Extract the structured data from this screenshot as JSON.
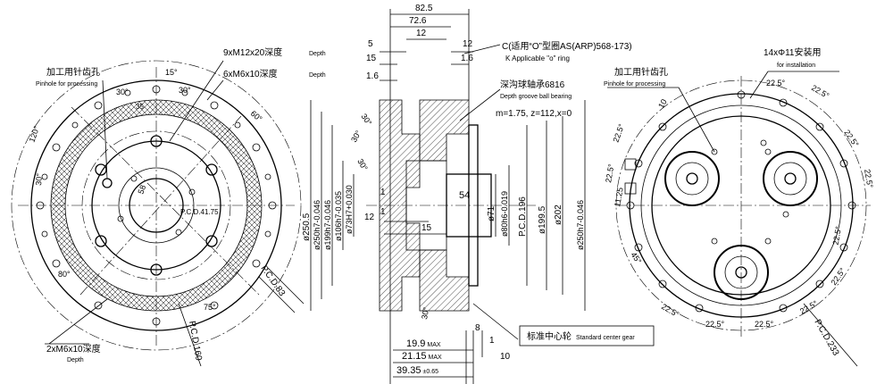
{
  "left_view": {
    "pinhole_cn": "加工用针齿孔",
    "pinhole_en": "Pinhole for processing",
    "thread_depth_1_cn": "9xM12x20深度",
    "thread_depth_1_en": "Depth",
    "thread_depth_2_cn": "6xM6x10深度",
    "thread_depth_2_en": "Depth",
    "thread_bottom_cn": "2xM6x10深度",
    "thread_bottom_en": "Depth",
    "angle_15": "15°",
    "angle_30a": "30°",
    "angle_30b": "30°",
    "angle_60": "60°",
    "angle_120": "120°",
    "angle_30c": "30°",
    "angle_80": "80°",
    "angle_75": "75°",
    "dim_35": "35",
    "dim_58": "58",
    "pcd_4175": "P.C.D.41.75",
    "pcd_83": "P.C.D.83",
    "pcd_160": "P.C.D.160"
  },
  "section_view": {
    "dim_825": "82.5",
    "dim_726": "72.6",
    "dim_12": "12",
    "dim_5": "5",
    "dim_15_top": "15",
    "dim_16_left": "1.6",
    "dim_12_right": "12",
    "dim_16_right": "1.6",
    "oring_cn": "C(适用“O”型圈AS(ARP)568-173)",
    "oring_en": "K Applicable \"o\" ring",
    "bearing_cn": "深沟球轴承6816",
    "bearing_en": "Depth groove ball bearing",
    "gear_param": "m=1.75, z=112,x=0",
    "angle_30_top": "30°",
    "angle_30_mid": "30°",
    "angle_30_low": "30°",
    "angle_30_bottom": "30°",
    "d2505": "ø250.5",
    "d250h7": "ø250h7-0.046",
    "d199h7": "ø199h7-0.046",
    "d106h7": "ø106h7-0.035",
    "d73h7": "ø73H7+0.030",
    "dim_1a": "1",
    "dim_1b": "1",
    "dim_12_mid": "12",
    "dim_15_mid": "15",
    "dim_54": "54",
    "d71": "ø71",
    "d80h6": "ø80h6-0.019",
    "pcd196": "P.C.D.196",
    "d1995": "ø199.5",
    "d202": "ø202",
    "d250h7_r": "ø250h7-0.046",
    "dim_8": "8",
    "dim_199max": "19.9",
    "dim_2115max": "21.15",
    "dim_3935": "39.35",
    "max_label": "MAX",
    "tol_065": "±0.65",
    "dim_1_bottom": "1",
    "dim_10": "10",
    "std_gear_cn": "标准中心轮",
    "std_gear_en": "Standard center gear"
  },
  "right_view": {
    "install_cn": "14xΦ11安装用",
    "install_en": "for installation",
    "pinhole_cn": "加工用针齿孔",
    "pinhole_en": "Pinhole for processing",
    "dim_10": "10",
    "angle_225": "22.5°",
    "dim_1125": "11.25",
    "angle_45": "45°",
    "pcd233": "P.C.D.233"
  }
}
